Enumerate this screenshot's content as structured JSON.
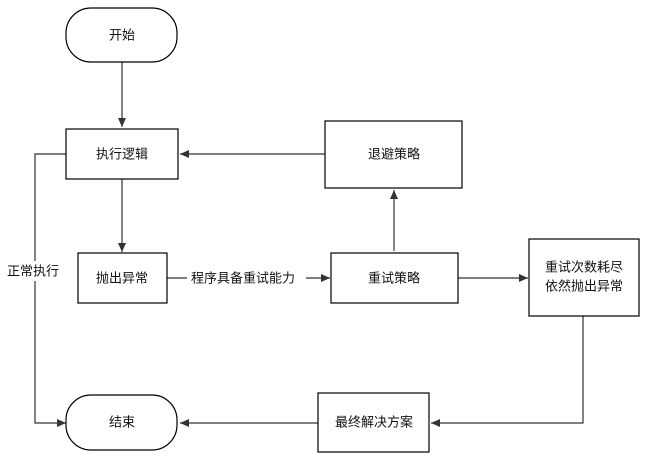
{
  "nodes": {
    "start": "开始",
    "execute": "执行逻辑",
    "throw": "抛出异常",
    "retry": "重试策略",
    "backoff": "退避策略",
    "exhausted_line1": "重试次数耗尽",
    "exhausted_line2": "依然抛出异常",
    "final": "最终解决方案",
    "end": "结束"
  },
  "edges": {
    "retry_capable": "程序具备重试能力",
    "normal_exec": "正常执行"
  }
}
